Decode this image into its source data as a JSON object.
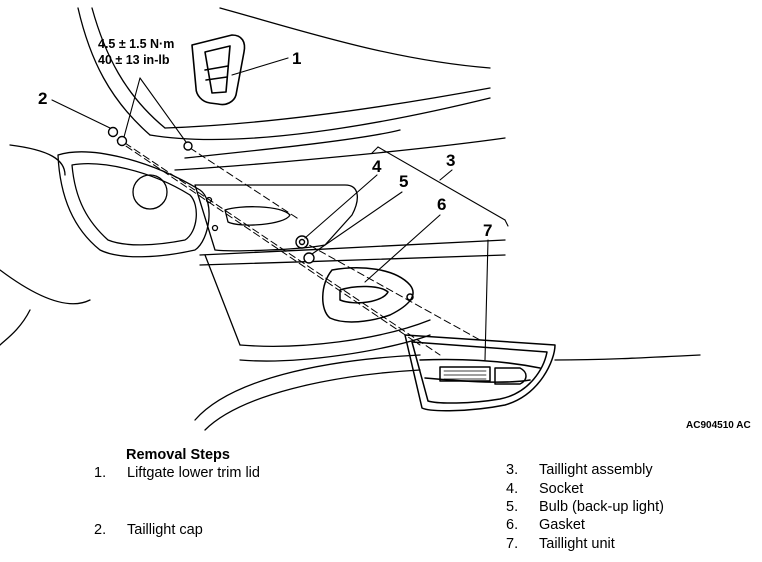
{
  "figure": {
    "code": "AC904510 AC",
    "torque": {
      "metric": "4.5 ± 1.5 N·m",
      "imperial": "40 ± 13 in-lb"
    },
    "callouts": [
      "1",
      "2",
      "3",
      "4",
      "5",
      "6",
      "7"
    ]
  },
  "removal": {
    "title": "Removal Steps",
    "steps": [
      {
        "num": "1.",
        "label": "Liftgate lower trim lid"
      },
      {
        "num": "2.",
        "label": "Taillight cap"
      },
      {
        "num": "3.",
        "label": "Taillight assembly"
      },
      {
        "num": "4.",
        "label": "Socket"
      },
      {
        "num": "5.",
        "label": "Bulb (back-up light)"
      },
      {
        "num": "6.",
        "label": "Gasket"
      },
      {
        "num": "7.",
        "label": "Taillight unit"
      }
    ]
  }
}
